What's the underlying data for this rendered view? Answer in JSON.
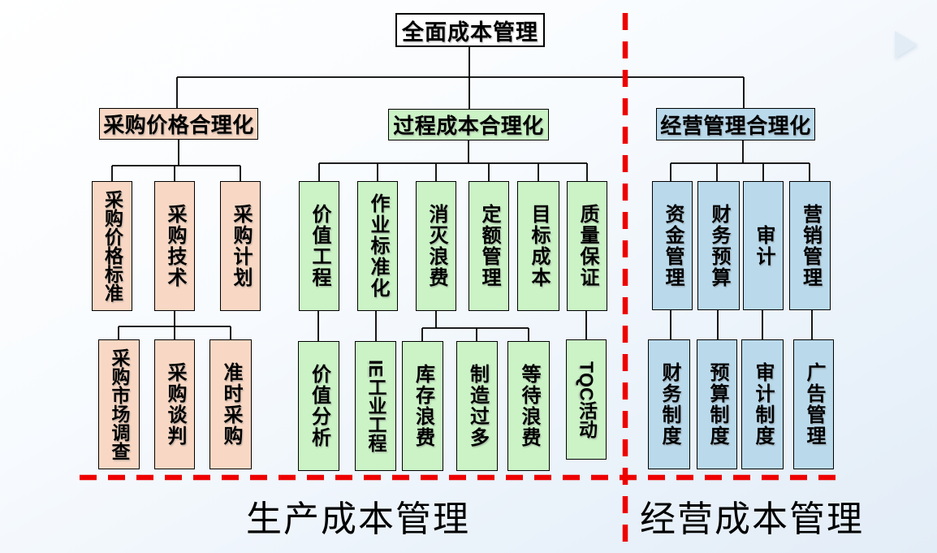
{
  "slide": {
    "title_root": "全面成本管理",
    "headers": {
      "procurement": "采购价格合理化",
      "process": "过程成本合理化",
      "management": "经营管理合理化"
    },
    "procurement": {
      "row1": [
        "采购价格标准",
        "采购技术",
        "采购计划"
      ],
      "row2": [
        "采购市场调查",
        "采购谈判",
        "准时采购"
      ]
    },
    "process": {
      "row1": [
        "价值工程",
        "作业标准化",
        "消灭浪费",
        "定额管理",
        "目标成本",
        "质量保证"
      ],
      "row2": [
        "价值分析",
        "IE工业工程",
        "库存浪费",
        "制造过多",
        "等待浪费",
        "TQC活动"
      ]
    },
    "management": {
      "row1": [
        "资金管理",
        "财务预算",
        "审计",
        "营销管理"
      ],
      "row2": [
        "财务制度",
        "预算制度",
        "审计制度",
        "广告管理"
      ]
    },
    "footers": {
      "left": "生产成本管理",
      "right": "经营成本管理"
    },
    "colors": {
      "procurement_fill": "#f8d8c4",
      "process_fill": "#cbf3c6",
      "management_fill": "#badaec",
      "divider_red": "#ee0000",
      "connector_black": "#000000"
    },
    "icons": {
      "next_arrow": "right-pointing-triangle"
    }
  }
}
